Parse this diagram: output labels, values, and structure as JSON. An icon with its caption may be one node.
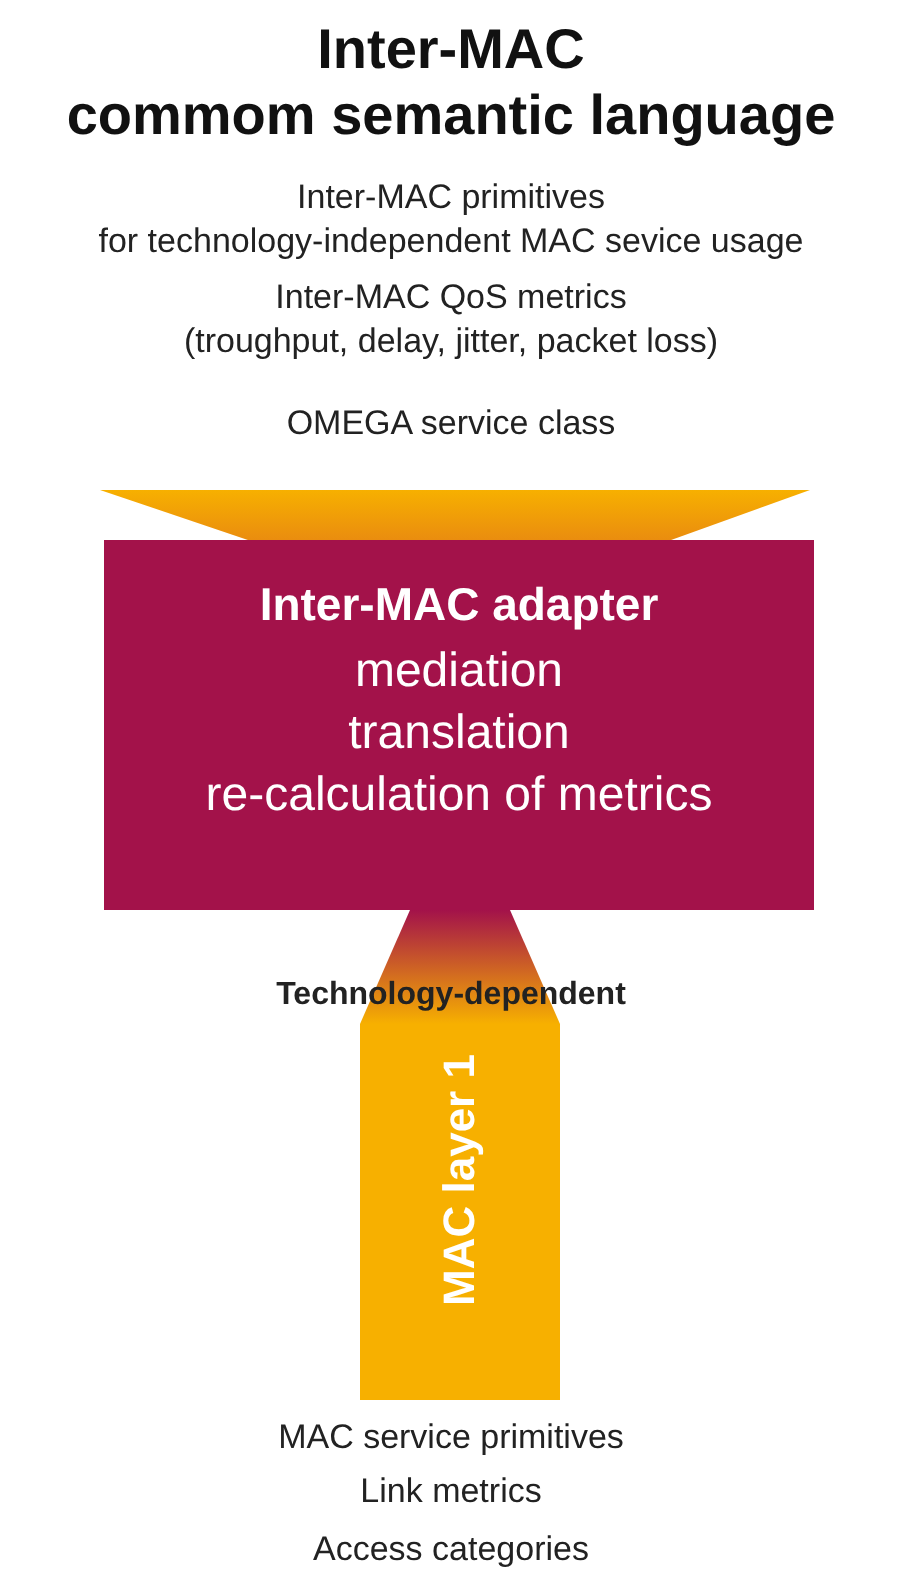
{
  "diagram": {
    "title": "Inter-MAC commom semantic language",
    "nodes": [
      {
        "text": [],
        "shape": "trapezoid"
      },
      {
        "text": [
          "Inter-MAC adapter",
          "mediation",
          "translation",
          "re-calculation of metrics"
        ]
      },
      {
        "text": [],
        "shape": "trapezoid"
      },
      {
        "text": [
          "MAC layer 1"
        ]
      }
    ],
    "labels": [
      "Inter-MAC primitives for technology-independent MAC sevice usage",
      "Inter-MAC QoS metrics (troughput, delay, jitter, packet loss)",
      "OMEGA service class",
      "Technology-dependent",
      "MAC service primitives",
      "Link metrics",
      "Access categories"
    ]
  }
}
